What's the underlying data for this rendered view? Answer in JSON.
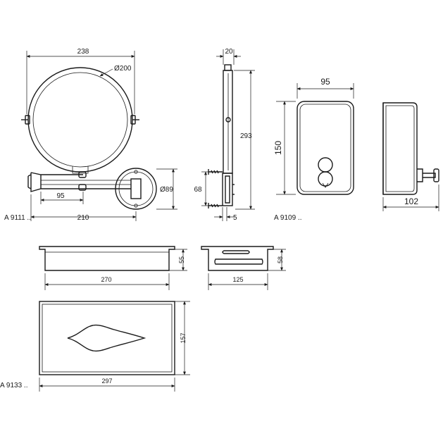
{
  "colors": {
    "ink": "#1a1a1a",
    "background": "#ffffff"
  },
  "mirror": {
    "code": "A 9111 ..",
    "dim_width": "238",
    "dim_diameter": "Ø200",
    "dim_plate_diameter": "Ø89",
    "dim_arm": "95",
    "dim_reach": "210"
  },
  "mirror_side": {
    "dim_depth": "20",
    "dim_height": "293",
    "dim_screw_spacing": "68",
    "dim_plate": "5"
  },
  "dispenser": {
    "code": "A 9109 ..",
    "dim_width": "95",
    "dim_height": "150",
    "dim_depth": "102"
  },
  "tray_large": {
    "dim_width": "270",
    "dim_height": "55"
  },
  "tray_small": {
    "dim_width": "125",
    "dim_height": "58"
  },
  "tissue_box": {
    "code": "A 9133 ..",
    "dim_width": "297",
    "dim_height": "157"
  }
}
